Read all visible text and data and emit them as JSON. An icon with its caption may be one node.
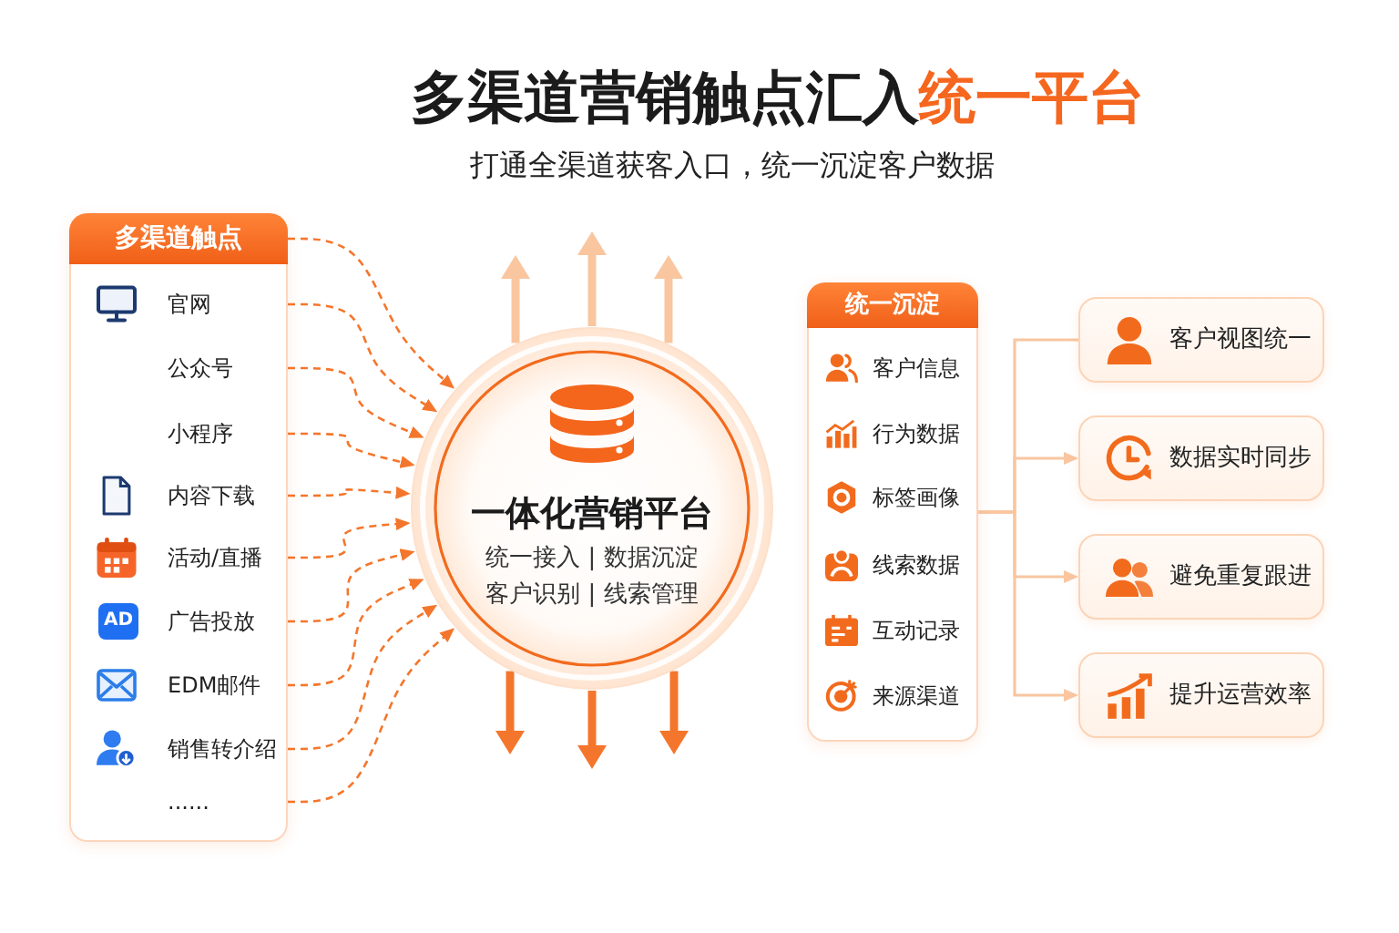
{
  "diagram": {
    "title": "多渠道营销触点汇入**统一平台**",
    "nodes": [
      {
        "text": [
          "多渠道触点",
          "官网",
          "公众号",
          "小程序",
          "内容下载",
          "活动/直播",
          "广告投放",
          "EDM邮件",
          "销售转介绍",
          "......"
        ]
      },
      {
        "text": [
          "一体化营销平台",
          "统一接入 | 数据沉淀",
          "客户识别 | 线索管理"
        ]
      },
      {
        "text": [
          "统一沉淀",
          "客户信息",
          "行为数据",
          "标签画像",
          "线索数据",
          "互动记录",
          "来源渠道"
        ]
      },
      {
        "text": [
          "客户视图统一"
        ]
      },
      {
        "text": [
          "数据实时同步"
        ]
      },
      {
        "text": [
          "避免重复跟进"
        ]
      },
      {
        "text": [
          "提升运营效率"
        ]
      }
    ],
    "edges": [
      {
        "from": 0,
        "to": 1,
        "arrow": "to",
        "style": "dashed"
      },
      {
        "from": 0,
        "to": 1,
        "arrow": "to",
        "style": "dashed"
      },
      {
        "from": 0,
        "to": 1,
        "arrow": "to",
        "style": "dashed"
      },
      {
        "from": 0,
        "to": 1,
        "arrow": "to",
        "style": "dashed"
      },
      {
        "from": 0,
        "to": 1,
        "arrow": "to",
        "style": "dashed"
      },
      {
        "from": 0,
        "to": 1,
        "arrow": "to",
        "style": "dashed"
      },
      {
        "from": 0,
        "to": 1,
        "arrow": "to",
        "style": "dashed"
      },
      {
        "from": 0,
        "to": 1,
        "arrow": "to",
        "style": "dashed"
      },
      {
        "from": 0,
        "to": 1,
        "arrow": "to",
        "style": "dashed"
      },
      {
        "from": 0,
        "to": 1,
        "arrow": "to",
        "style": "dashed"
      },
      {
        "from": 1,
        "to": null,
        "arrow": "to",
        "style": "thick",
        "color": "#f9c6a0"
      },
      {
        "from": 1,
        "to": null,
        "arrow": "to",
        "style": "thick",
        "color": "#f9c6a0"
      },
      {
        "from": 1,
        "to": null,
        "arrow": "to",
        "style": "thick",
        "color": "#f9c6a0"
      },
      {
        "from": 1,
        "to": null,
        "arrow": "to",
        "style": "thick"
      },
      {
        "from": 1,
        "to": null,
        "arrow": "to",
        "style": "thick"
      },
      {
        "from": 1,
        "to": null,
        "arrow": "to",
        "style": "thick"
      },
      {
        "from": 2,
        "to": 3,
        "arrow": "none",
        "color": "#f9c6a0"
      },
      {
        "from": 2,
        "to": 4,
        "arrow": "to",
        "color": "#f9c6a0"
      },
      {
        "from": 2,
        "to": 5,
        "arrow": "to",
        "color": "#f9c6a0"
      },
      {
        "from": 2,
        "to": 6,
        "arrow": "to",
        "color": "#f9c6a0"
      }
    ],
    "labels": [
      "打通全渠道获客入口，统一沉淀客户数据",
      "AD"
    ]
  }
}
